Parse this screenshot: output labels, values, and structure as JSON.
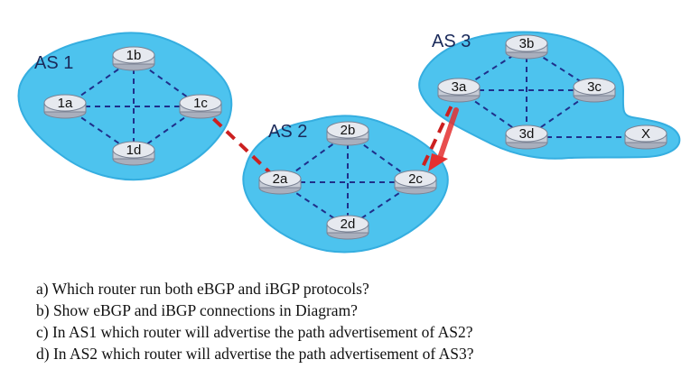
{
  "colors": {
    "cloud": "#4dc3ee",
    "cloud_edge": "#35aee0",
    "router_body": "#c7ccd6",
    "router_top": "#e6e9ef",
    "intra_link": "#1f2f8a",
    "ebgp_link": "#cc2020",
    "arrow": "#e53030"
  },
  "as_labels": [
    {
      "id": "as1",
      "text": "AS 1"
    },
    {
      "id": "as2",
      "text": "AS 2"
    },
    {
      "id": "as3",
      "text": "AS 3"
    }
  ],
  "routers": [
    {
      "id": "1a",
      "label": "1a"
    },
    {
      "id": "1b",
      "label": "1b"
    },
    {
      "id": "1c",
      "label": "1c"
    },
    {
      "id": "1d",
      "label": "1d"
    },
    {
      "id": "2a",
      "label": "2a"
    },
    {
      "id": "2b",
      "label": "2b"
    },
    {
      "id": "2c",
      "label": "2c"
    },
    {
      "id": "2d",
      "label": "2d"
    },
    {
      "id": "3a",
      "label": "3a"
    },
    {
      "id": "3b",
      "label": "3b"
    },
    {
      "id": "3c",
      "label": "3c"
    },
    {
      "id": "3d",
      "label": "3d"
    },
    {
      "id": "x",
      "label": "X"
    }
  ],
  "links": {
    "intra": [
      [
        "1a",
        "1b"
      ],
      [
        "1a",
        "1c"
      ],
      [
        "1a",
        "1d"
      ],
      [
        "1b",
        "1c"
      ],
      [
        "1b",
        "1d"
      ],
      [
        "1c",
        "1d"
      ],
      [
        "2a",
        "2b"
      ],
      [
        "2a",
        "2c"
      ],
      [
        "2a",
        "2d"
      ],
      [
        "2b",
        "2c"
      ],
      [
        "2b",
        "2d"
      ],
      [
        "2c",
        "2d"
      ],
      [
        "3a",
        "3b"
      ],
      [
        "3a",
        "3c"
      ],
      [
        "3a",
        "3d"
      ],
      [
        "3b",
        "3c"
      ],
      [
        "3b",
        "3d"
      ],
      [
        "3c",
        "3d"
      ],
      [
        "3d",
        "x"
      ]
    ],
    "ebgp": [
      [
        "1c",
        "2a"
      ],
      [
        "3a",
        "2c"
      ]
    ]
  },
  "questions": [
    "a) Which router run both eBGP and iBGP protocols?",
    "b) Show eBGP and iBGP connections in Diagram?",
    "c) In AS1 which router will advertise the path advertisement of AS2?",
    "d) In AS2 which router will advertise the path advertisement of AS3?"
  ]
}
